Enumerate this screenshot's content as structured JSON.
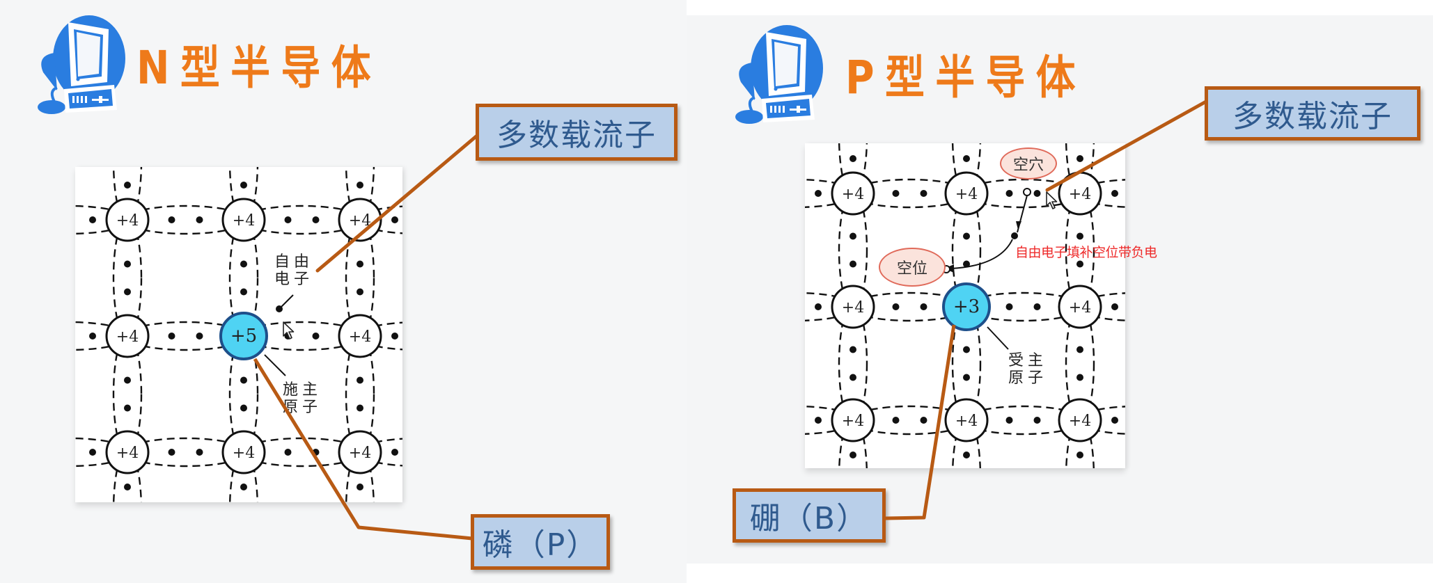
{
  "colors": {
    "title": "#ee7a1a",
    "logo_blue": "#2a7de0",
    "callout_fill": "#b9cfe9",
    "callout_border": "#b85a14",
    "callout_text": "#2f5a8e",
    "leader_line": "#b85a14",
    "impurity_atom_fill": "#4fd3f3",
    "impurity_atom_stroke": "#1e4f8a",
    "annotation_red": "#ee2a2a",
    "bubble_fill": "#fbe3dc",
    "bubble_border": "#e06a5a"
  },
  "panels": [
    {
      "id": "n-type",
      "logo_icon": "computer-icon",
      "title": "N型半导体",
      "majority_carrier_label": "多数载流子",
      "dopant_label": "磷（P）",
      "lattice": {
        "rows": 3,
        "cols": 3,
        "host_charge": "+4",
        "impurity": {
          "row": 1,
          "col": 1,
          "charge": "+5"
        },
        "free_electron_label": [
          "自由",
          "电子"
        ],
        "impurity_label": [
          "施主",
          "原子"
        ]
      }
    },
    {
      "id": "p-type",
      "logo_icon": "computer-icon",
      "title": "P型半导体",
      "majority_carrier_label": "多数载流子",
      "dopant_label": "硼（B）",
      "lattice": {
        "rows": 3,
        "cols": 3,
        "host_charge": "+4",
        "impurity": {
          "row": 1,
          "col": 1,
          "charge": "+3"
        },
        "hole_label": "空穴",
        "vacancy_label": "空位",
        "impurity_label": [
          "受主",
          "原子"
        ],
        "annotation": "自由电子填补空位带负电"
      }
    }
  ]
}
